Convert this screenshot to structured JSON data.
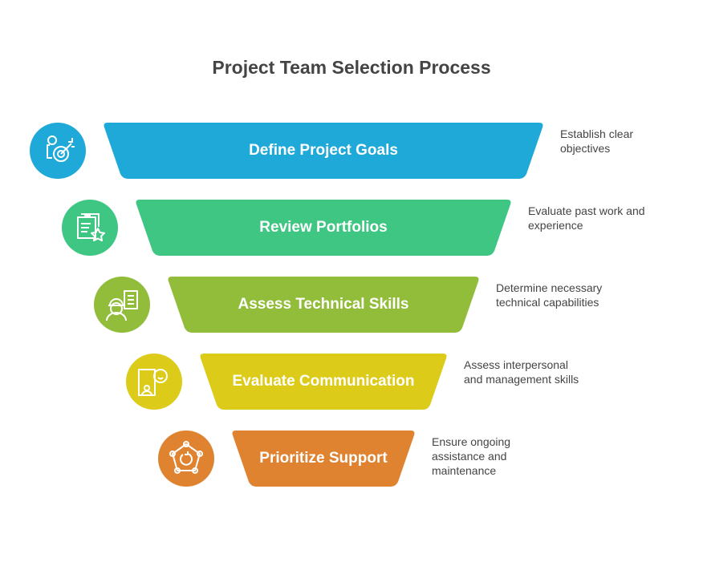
{
  "title": "Project Team Selection Process",
  "stages": [
    {
      "label": "Define Project Goals",
      "description": "Establish clear objectives",
      "color": "#1fa9d8",
      "icon": "person-target-icon"
    },
    {
      "label": "Review Portfolios",
      "description": "Evaluate past work and experience",
      "color": "#3ec682",
      "icon": "clipboard-star-icon"
    },
    {
      "label": "Assess Technical Skills",
      "description": "Determine necessary technical capabilities",
      "color": "#92bd3b",
      "icon": "engineer-checklist-icon"
    },
    {
      "label": "Evaluate Communication",
      "description": "Assess interpersonal and management skills",
      "color": "#ddcb1a",
      "icon": "chat-person-icon"
    },
    {
      "label": "Prioritize Support",
      "description": "Ensure ongoing assistance and maintenance",
      "color": "#df8331",
      "icon": "network-cycle-icon"
    }
  ]
}
